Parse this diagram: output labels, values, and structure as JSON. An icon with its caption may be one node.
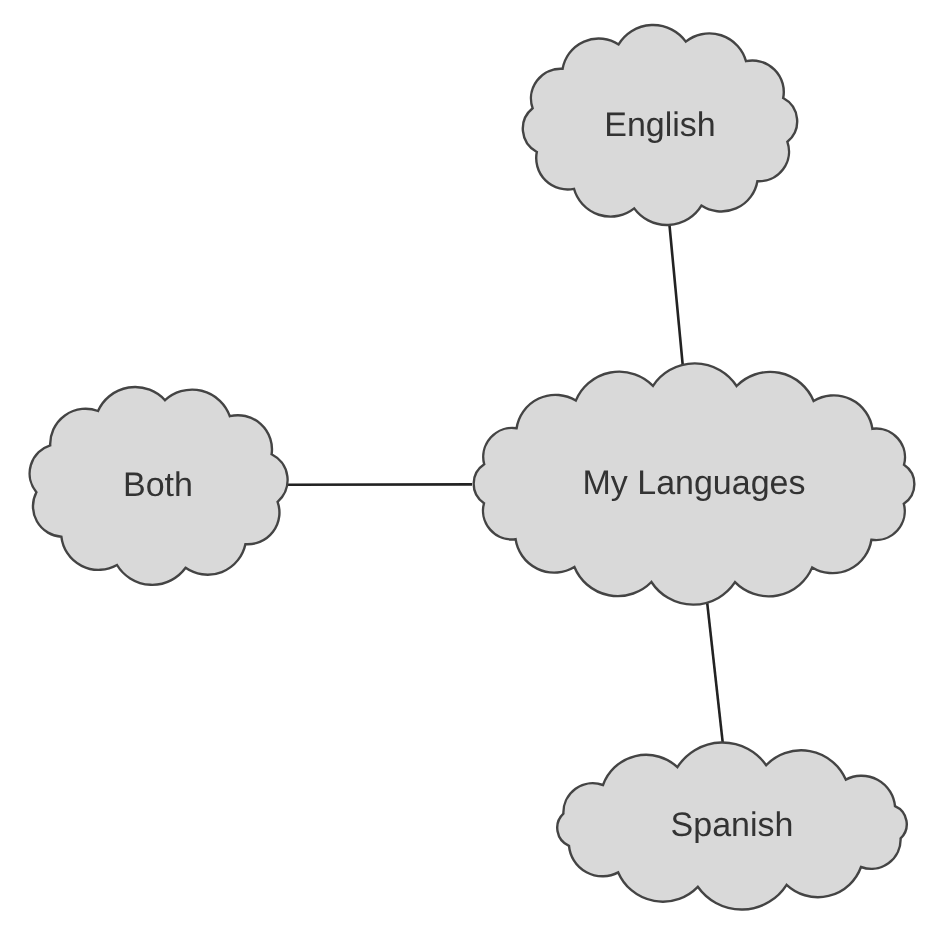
{
  "diagram": {
    "nodes": [
      {
        "text": [
          "English"
        ]
      },
      {
        "text": [
          "Both"
        ]
      },
      {
        "text": [
          "My Languages"
        ]
      },
      {
        "text": [
          "Spanish"
        ]
      }
    ],
    "edges": [
      {
        "from": 0,
        "to": 2,
        "arrow": "none"
      },
      {
        "from": 1,
        "to": 2,
        "arrow": "none"
      },
      {
        "from": 2,
        "to": 3,
        "arrow": "none"
      }
    ]
  }
}
